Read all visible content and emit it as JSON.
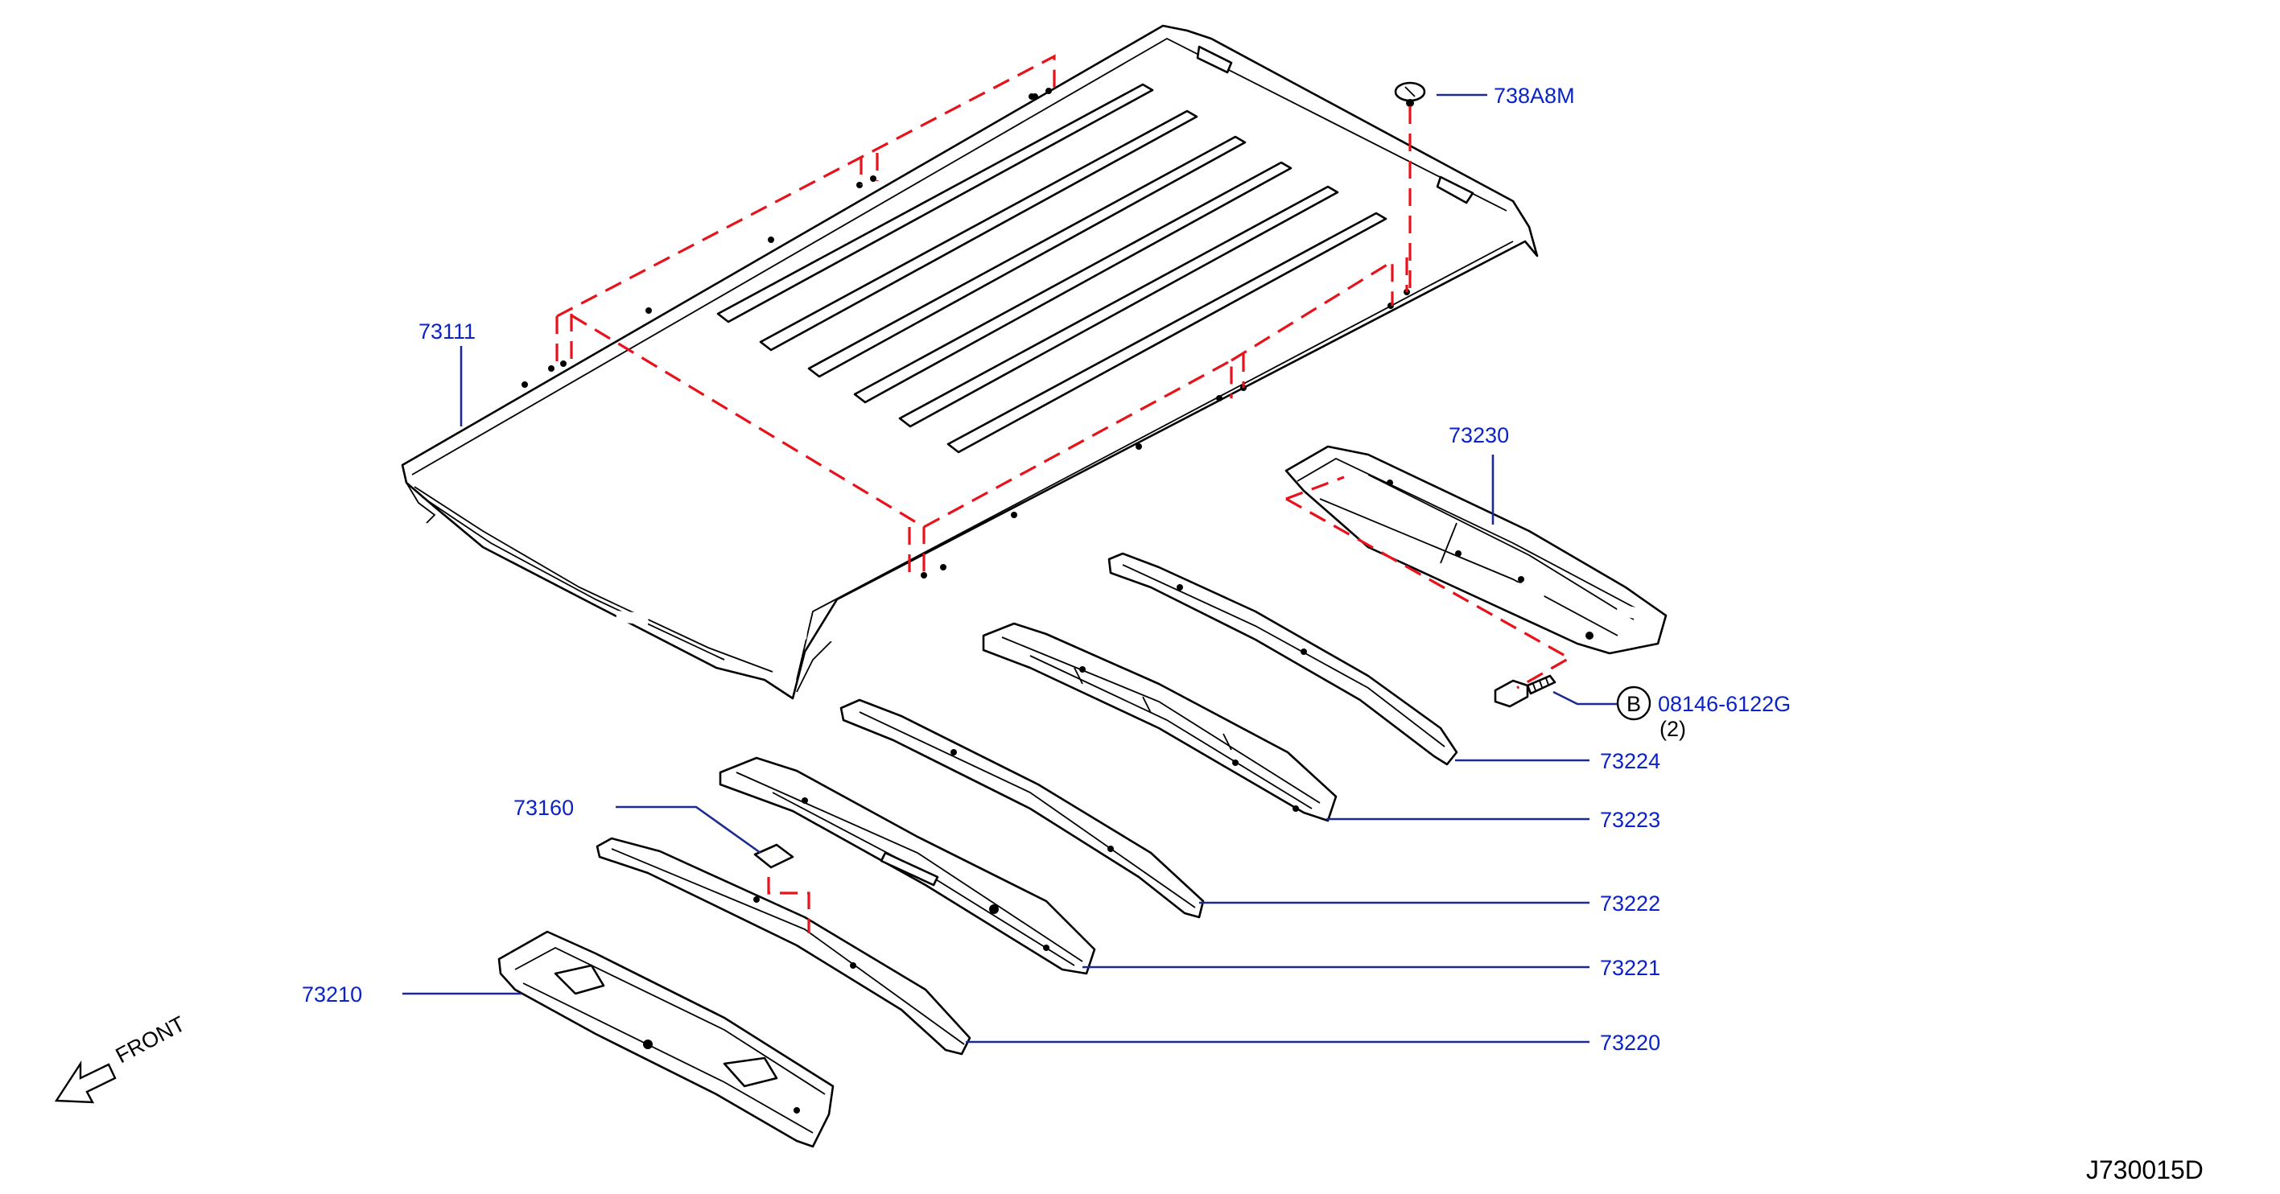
{
  "diagram": {
    "part_numbers": {
      "roof_panel": "73111",
      "roof_clip": "738A8M",
      "rear_rail": "73230",
      "bolt": "08146-6122G",
      "bolt_qty": "(2)",
      "bolt_ref": "B",
      "bow_1": "73224",
      "bow_2": "73223",
      "bow_3": "73222",
      "bow_4": "73221",
      "front_bow": "73220",
      "pad": "73160",
      "front_rail": "73210"
    },
    "front_indicator": "FRONT",
    "drawing_code": "J730015D",
    "colors": {
      "callout": "#0a22c8",
      "leader": "#1b2b8f",
      "dashed_link": "#e8121b",
      "outline": "#000000"
    }
  }
}
